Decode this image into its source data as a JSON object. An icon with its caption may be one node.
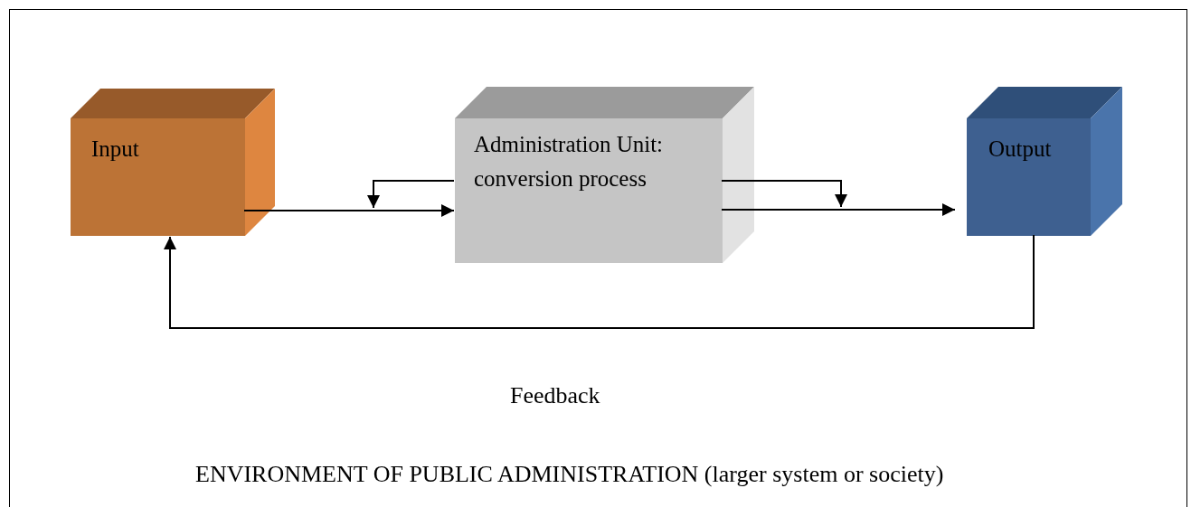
{
  "diagram": {
    "nodes": [
      {
        "text": [
          "ENVIRONMENT OF PUBLIC ADMINISTRATION (larger system or society)"
        ]
      },
      {
        "text": [
          "Input"
        ],
        "in": 0
      },
      {
        "text": [
          "Administration Unit: conversion process"
        ],
        "in": 0
      },
      {
        "text": [
          "Output"
        ],
        "in": 0
      }
    ],
    "edges": [
      {
        "from": 1,
        "to": 2,
        "arrow": "to"
      },
      {
        "from": 2,
        "to": null,
        "arrow": "to"
      },
      {
        "from": 2,
        "to": 3,
        "arrow": "to"
      },
      {
        "from": 2,
        "to": null,
        "arrow": "to"
      },
      {
        "from": 3,
        "to": 1,
        "arrow": "to",
        "label": "Feedback"
      }
    ]
  }
}
